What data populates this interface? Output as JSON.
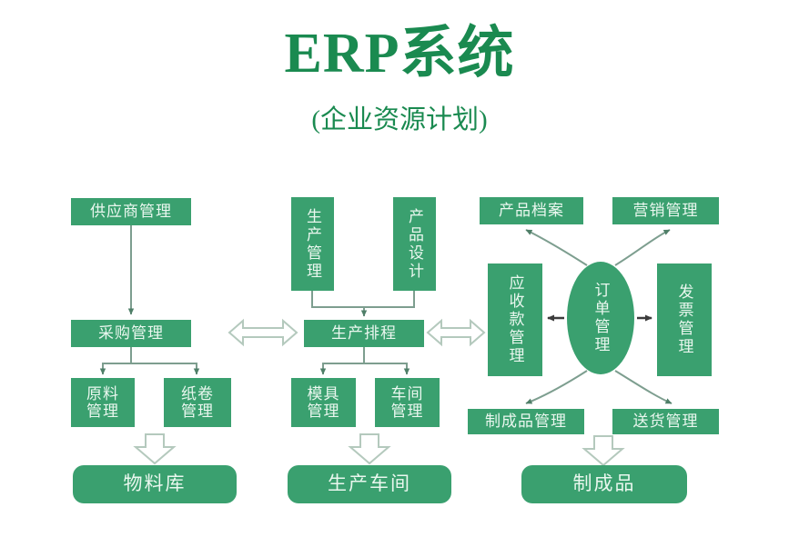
{
  "header": {
    "title": "ERP系统",
    "subtitle": "(企业资源计划)"
  },
  "colors": {
    "title_green": "#1a8a50",
    "box_green": "#3aa06f",
    "box_text": "#eaf7ef",
    "connector": "#6f8f80",
    "background": "#ffffff"
  },
  "nodes": {
    "supplier_management": "供应商管理",
    "purchasing_management": "采购管理",
    "raw_material_management": "原料管理",
    "paper_roll_management": "纸卷管理",
    "material_warehouse": "物料库",
    "production_management": "生产管理",
    "product_design": "产品设计",
    "production_scheduling": "生产排程",
    "mold_management": "模具管理",
    "workshop_management": "车间管理",
    "production_workshop": "生产车间",
    "product_archive": "产品档案",
    "marketing_management": "营销管理",
    "receivables_management": "应收款管理",
    "order_management": "订单管理",
    "invoice_management": "发票管理",
    "finished_goods_management": "制成品管理",
    "delivery_management": "送货管理",
    "finished_products": "制成品"
  },
  "connectors": [
    {
      "name": "supplier-to-purchasing",
      "type": "arrow-down"
    },
    {
      "name": "purchasing-to-raw-material",
      "type": "arrow-down-branch"
    },
    {
      "name": "purchasing-to-paper-roll",
      "type": "arrow-down-branch"
    },
    {
      "name": "materials-to-warehouse",
      "type": "hollow-arrow-down"
    },
    {
      "name": "purchasing-to-scheduling",
      "type": "hollow-double-arrow"
    },
    {
      "name": "production-mgmt-to-scheduling",
      "type": "arrow-down-branch"
    },
    {
      "name": "product-design-to-scheduling",
      "type": "arrow-down-branch"
    },
    {
      "name": "scheduling-to-mold",
      "type": "arrow-down-branch"
    },
    {
      "name": "scheduling-to-workshop",
      "type": "arrow-down-branch"
    },
    {
      "name": "shop-to-production-workshop",
      "type": "hollow-arrow-down"
    },
    {
      "name": "scheduling-to-receivables",
      "type": "hollow-double-arrow"
    },
    {
      "name": "order-to-product-archive",
      "type": "curved-arrow"
    },
    {
      "name": "order-to-marketing",
      "type": "curved-arrow"
    },
    {
      "name": "order-to-receivables",
      "type": "solid-arrow-left"
    },
    {
      "name": "order-to-invoice",
      "type": "solid-arrow-right"
    },
    {
      "name": "order-to-finished-goods",
      "type": "curved-arrow"
    },
    {
      "name": "order-to-delivery",
      "type": "curved-arrow"
    },
    {
      "name": "finished-goods-to-finished-products",
      "type": "hollow-arrow-down"
    }
  ]
}
